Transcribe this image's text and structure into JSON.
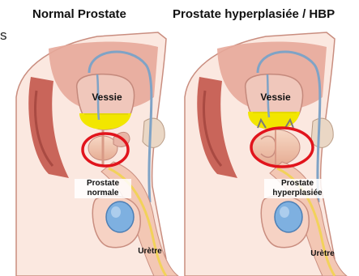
{
  "titles": {
    "left": "Normal Prostate",
    "right": "Prostate hyperplasiée / HBP"
  },
  "stray_text": "s",
  "left_panel": {
    "bladder_label": "Vessie",
    "prostate_label_line1": "Prostate",
    "prostate_label_line2": "normale",
    "urethra_label": "Urètre"
  },
  "right_panel": {
    "bladder_label": "Vessie",
    "prostate_label_line1": "Prostate",
    "prostate_label_line2": "hyperplasiée",
    "urethra_label": "Urètre"
  },
  "colors": {
    "highlight_circle": "#e1141c",
    "urine": "#f2e600",
    "skin": "#f3c7b4",
    "tissue": "#e9b4a6",
    "testis": "#7eb0e0",
    "vessel": "#7fa3c6"
  },
  "icons": [
    "normal-prostate-illustration",
    "enlarged-prostate-illustration"
  ]
}
